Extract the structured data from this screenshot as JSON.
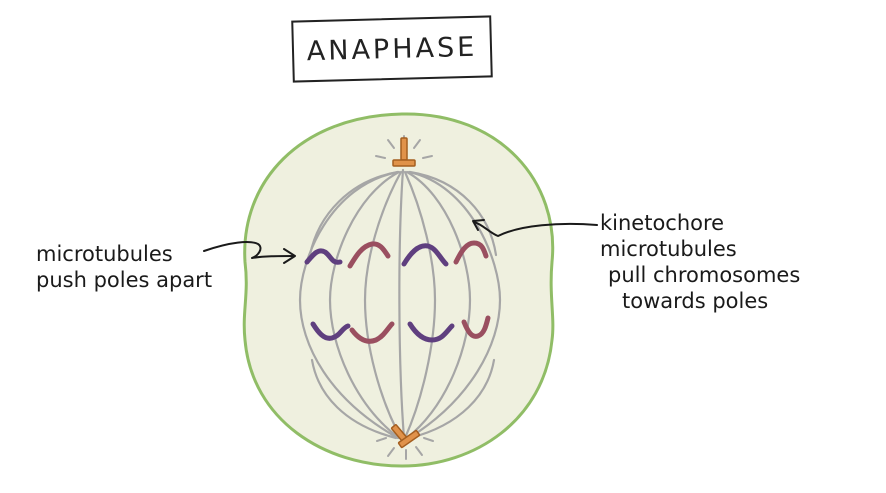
{
  "title": "ANAPHASE",
  "labels": {
    "left": [
      "microtubules",
      "push poles apart"
    ],
    "right": [
      "kinetochore",
      "microtubules",
      "pull chromosomes",
      "towards poles"
    ]
  },
  "colors": {
    "cell_fill": "#eff0df",
    "cell_outline": "#90bd66",
    "spindle": "#a6a6a6",
    "centrosome": "#e0924a",
    "centrosome_outline": "#a45e1f",
    "chromosome_purple": "#5f3f7f",
    "chromosome_maroon": "#9a4f60",
    "ink": "#1a1a1a"
  }
}
